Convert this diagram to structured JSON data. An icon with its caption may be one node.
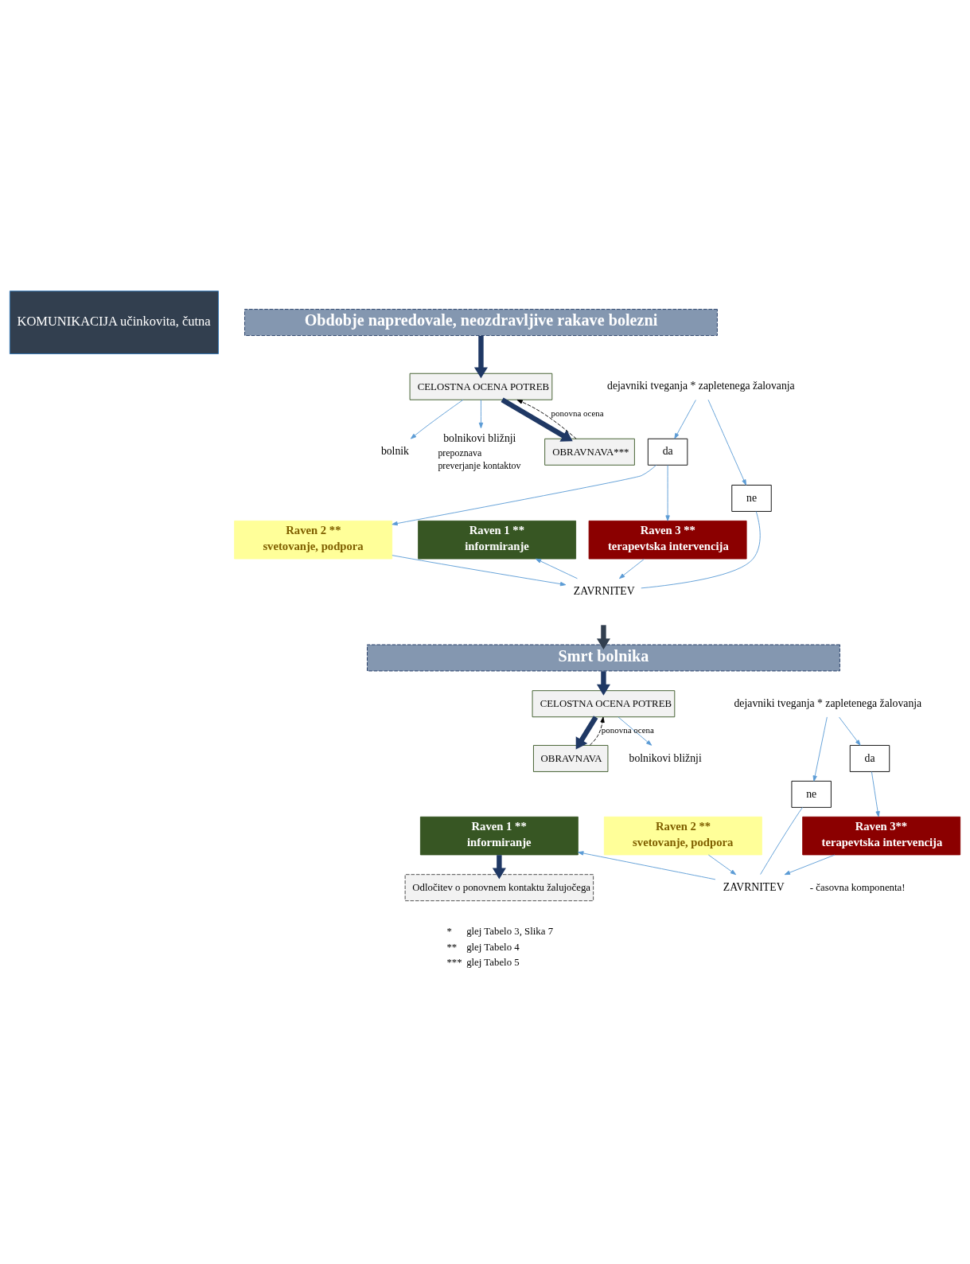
{
  "diagram": {
    "nodes": [
      {
        "text": [
          "KOMUNIKACIJA učinkovita, čutna"
        ]
      },
      {
        "text": [
          "Obdobje napredovale, neozdravljive rakave bolezni"
        ]
      },
      {
        "text": [
          "CELOSTNA OCENA POTREB"
        ]
      },
      {
        "text": [
          "bolnik"
        ]
      },
      {
        "text": [
          "bolnikovi bližnji"
        ],
        "beside": [
          "prepoznava",
          "preverjanje kontaktov"
        ]
      },
      {
        "text": [
          "dejavniki tveganja * zapletenega žalovanja"
        ]
      },
      {
        "text": [
          "da"
        ]
      },
      {
        "text": [
          "ne"
        ]
      },
      {
        "text": [
          "OBRAVNAVA***"
        ]
      },
      {
        "text": [
          "Raven 1 **",
          "informiranje"
        ]
      },
      {
        "text": [
          "Raven 2 **",
          "svetovanje, podpora"
        ]
      },
      {
        "text": [
          "Raven 3 **",
          "terapevtska intervencija"
        ]
      },
      {
        "text": [
          "ZAVRNITEV"
        ]
      },
      {
        "text": [
          "Smrt bolnika"
        ]
      },
      {
        "text": [
          "CELOSTNA OCENA POTREB"
        ]
      },
      {
        "text": [
          "bolnikovi bližnji"
        ]
      },
      {
        "text": [
          "dejavniki tveganja * zapletenega žalovanja"
        ]
      },
      {
        "text": [
          "da"
        ]
      },
      {
        "text": [
          "ne"
        ]
      },
      {
        "text": [
          "OBRAVNAVA"
        ]
      },
      {
        "text": [
          "Raven 1 **",
          "informiranje"
        ]
      },
      {
        "text": [
          "Raven 2 **",
          "svetovanje, podpora"
        ]
      },
      {
        "text": [
          "Raven 3**",
          "terapevtska intervencija"
        ]
      },
      {
        "text": [
          "ZAVRNITEV"
        ]
      },
      {
        "text": [
          "Odločitev o ponovnem kontaktu žalujočega"
        ]
      }
    ],
    "edges": [
      {
        "from": 1,
        "to": 2,
        "arrow": "to",
        "style": "thick",
        "color": "#1f3864"
      },
      {
        "from": 2,
        "to": 3,
        "arrow": "to"
      },
      {
        "from": 2,
        "to": 4,
        "arrow": "to"
      },
      {
        "from": 5,
        "to": 6,
        "arrow": "to"
      },
      {
        "from": 5,
        "to": 7,
        "arrow": "to"
      },
      {
        "from": 2,
        "to": 8,
        "arrow": "to",
        "style": "thick",
        "color": "#1f3864"
      },
      {
        "from": 8,
        "to": 2,
        "arrow": "to",
        "style": "dashed",
        "label": "ponovna ocena",
        "color": "#000000"
      },
      {
        "from": 6,
        "to": 10,
        "arrow": "to"
      },
      {
        "from": 6,
        "to": 11,
        "arrow": "to"
      },
      {
        "from": 7,
        "to": 12,
        "arrow": "none"
      },
      {
        "from": 12,
        "to": 9,
        "arrow": "to"
      },
      {
        "from": 10,
        "to": 12,
        "arrow": "to"
      },
      {
        "from": 11,
        "to": 12,
        "arrow": "to"
      },
      {
        "from": null,
        "to": 13,
        "arrow": "to",
        "style": "thick",
        "color": "#323f4f"
      },
      {
        "from": 13,
        "to": 14,
        "arrow": "to",
        "style": "thick",
        "color": "#1f3864"
      },
      {
        "from": 14,
        "to": 15,
        "arrow": "to"
      },
      {
        "from": 16,
        "to": 17,
        "arrow": "to"
      },
      {
        "from": 16,
        "to": 18,
        "arrow": "to"
      },
      {
        "from": 14,
        "to": 19,
        "arrow": "to",
        "style": "thick",
        "color": "#1f3864"
      },
      {
        "from": 19,
        "to": 14,
        "arrow": "to",
        "style": "dashed",
        "label": "ponovna ocena",
        "color": "#000000"
      },
      {
        "from": 17,
        "to": 22,
        "arrow": "to"
      },
      {
        "from": 18,
        "to": 23,
        "arrow": "none"
      },
      {
        "from": 23,
        "to": 20,
        "arrow": "to"
      },
      {
        "from": 21,
        "to": 23,
        "arrow": "to"
      },
      {
        "from": 22,
        "to": 23,
        "arrow": "to"
      },
      {
        "from": 20,
        "to": 24,
        "arrow": "to",
        "style": "thick",
        "color": "#1f3864"
      }
    ],
    "labels": [
      "- časovna komponenta!",
      "*",
      "glej Tabelo 3, Slika 7",
      "**",
      "glej Tabelo 4",
      "***",
      "glej Tabelo 5"
    ]
  }
}
